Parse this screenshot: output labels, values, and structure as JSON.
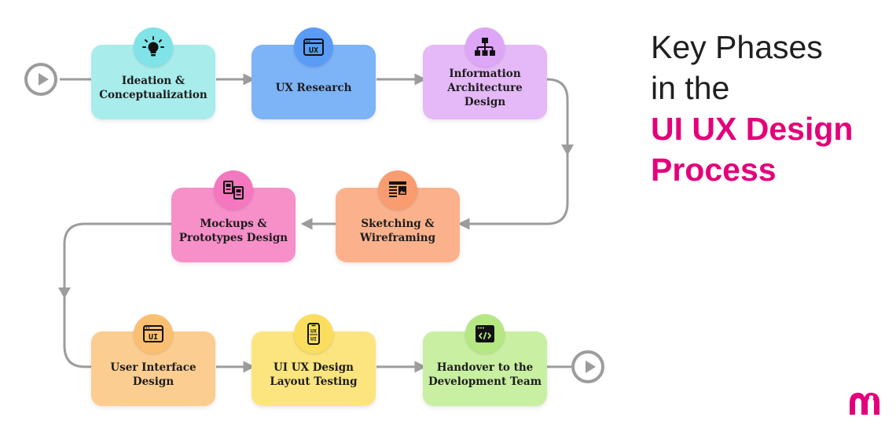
{
  "heading": {
    "line1": "Key Phases",
    "line2": "in the",
    "line3": "UI UX Design",
    "line4": "Process"
  },
  "colors": {
    "accent": "#e3007a",
    "connector": "#9c9c9c",
    "text": "#1d1d1d"
  },
  "phases": [
    {
      "label": "Ideation & Conceptualization",
      "line1": "Ideation &",
      "line2": "Conceptualization",
      "icon": "lightbulb-icon",
      "color": "#a8ecec",
      "iconColor": "#7fe3e8"
    },
    {
      "label": "UX Research",
      "line1": "UX Research",
      "line2": "",
      "icon": "ux-window-icon",
      "color": "#7db3f7",
      "iconColor": "#5a9bf5",
      "iconText": "UX"
    },
    {
      "label": "Information Architecture Design",
      "line1": "Information",
      "line2": "Architecture Design",
      "icon": "sitemap-icon",
      "color": "#e5b8f7",
      "iconColor": "#dea6f7"
    },
    {
      "label": "Sketching & Wireframing",
      "line1": "Sketching &",
      "line2": "Wireframing",
      "icon": "wireframe-icon",
      "color": "#fbb28c",
      "iconColor": "#f99c6f"
    },
    {
      "label": "Mockups & Prototypes Design",
      "line1": "Mockups &",
      "line2": "Prototypes Design",
      "icon": "mockup-pages-icon",
      "color": "#f78fc9",
      "iconColor": "#f477bf"
    },
    {
      "label": "User Interface Design",
      "line1": "User Interface",
      "line2": "Design",
      "icon": "ui-window-icon",
      "color": "#fccd90",
      "iconColor": "#fbbf72",
      "iconText": "UI"
    },
    {
      "label": "UI UX Design Layout Testing",
      "line1": "UI UX Design",
      "line2": "Layout Testing",
      "icon": "mobile-ux-ui-icon",
      "color": "#fce57f",
      "iconColor": "#fbde5e",
      "iconText1": "UX",
      "iconText2": "UI"
    },
    {
      "label": "Handover to the Development Team",
      "line1": "Handover to the",
      "line2": "Development Team",
      "icon": "code-window-icon",
      "color": "#c9f0a2",
      "iconColor": "#b5e783"
    }
  ]
}
